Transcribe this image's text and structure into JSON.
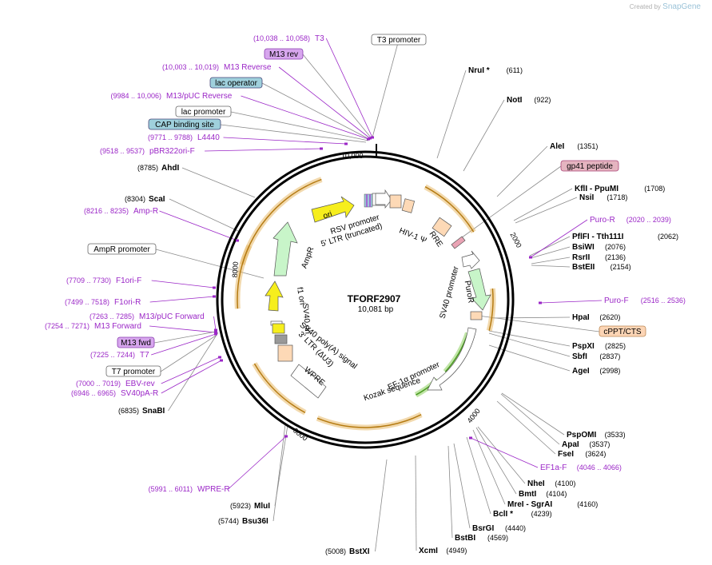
{
  "credit": {
    "prefix": "Created by",
    "brand": "SnapGene"
  },
  "plasmid": {
    "name": "TFORF2907",
    "length_label": "10,081 bp",
    "length": 10081
  },
  "scale_labels": [
    "2000",
    "4000",
    "6000",
    "8000"
  ],
  "colors": {
    "enzyme": "#000000",
    "primer": "#9b27c7",
    "line_gray": "#8a8a8a",
    "arrow_orange": "#e8b96a",
    "arrow_green": "#9ddf9b",
    "arrow_yellow": "#f6ee1d"
  },
  "enzyme_labels": [
    {
      "name": "NruI *",
      "pos": "(611)"
    },
    {
      "name": "NotI",
      "pos": "(922)"
    },
    {
      "name": "AleI",
      "pos": "(1351)"
    },
    {
      "name": "KflI - PpuMI",
      "pos": "(1708)"
    },
    {
      "name": "NsiI",
      "pos": "(1718)"
    },
    {
      "name": "PflFI - Tth111I",
      "pos": "(2062)"
    },
    {
      "name": "BsiWI",
      "pos": "(2076)"
    },
    {
      "name": "RsrII",
      "pos": "(2136)"
    },
    {
      "name": "BstEII",
      "pos": "(2154)"
    },
    {
      "name": "HpaI",
      "pos": "(2620)"
    },
    {
      "name": "PspXI",
      "pos": "(2825)"
    },
    {
      "name": "SbfI",
      "pos": "(2837)"
    },
    {
      "name": "AgeI",
      "pos": "(2998)"
    },
    {
      "name": "PspOMI",
      "pos": "(3533)"
    },
    {
      "name": "ApaI",
      "pos": "(3537)"
    },
    {
      "name": "FseI",
      "pos": "(3624)"
    },
    {
      "name": "NheI",
      "pos": "(4100)"
    },
    {
      "name": "BmtI",
      "pos": "(4104)"
    },
    {
      "name": "MreI - SgrAI",
      "pos": "(4160)"
    },
    {
      "name": "BclI *",
      "pos": "(4239)"
    },
    {
      "name": "BsrGI",
      "pos": "(4440)"
    },
    {
      "name": "BstBI",
      "pos": "(4569)"
    },
    {
      "name": "XcmI",
      "pos": "(4949)"
    },
    {
      "name": "BstXI",
      "pos": "(5008)"
    },
    {
      "name": "Bsu36I",
      "pos": "(5744)"
    },
    {
      "name": "MluI",
      "pos": "(5923)"
    },
    {
      "name": "SnaBI",
      "pos": "(6835)"
    },
    {
      "name": "ScaI",
      "pos": "(8304)"
    },
    {
      "name": "AhdI",
      "pos": "(8785)"
    }
  ],
  "primer_labels": [
    {
      "name": "T3",
      "range": "(10,038 .. 10,058)"
    },
    {
      "name": "M13 Reverse",
      "range": "(10,003 .. 10,019)"
    },
    {
      "name": "M13/pUC Reverse",
      "range": "(9984 .. 10,006)"
    },
    {
      "name": "L4440",
      "range": "(9771 .. 9788)"
    },
    {
      "name": "pBR322ori-F",
      "range": "(9518 .. 9537)"
    },
    {
      "name": "Amp-R",
      "range": "(8216 .. 8235)"
    },
    {
      "name": "F1ori-F",
      "range": "(7709 .. 7730)"
    },
    {
      "name": "F1ori-R",
      "range": "(7499 .. 7518)"
    },
    {
      "name": "M13/pUC Forward",
      "range": "(7263 .. 7285)"
    },
    {
      "name": "M13 Forward",
      "range": "(7254 .. 7271)"
    },
    {
      "name": "T7",
      "range": "(7225 .. 7244)"
    },
    {
      "name": "EBV-rev",
      "range": "(7000 .. 7019)"
    },
    {
      "name": "SV40pA-R",
      "range": "(6946 .. 6965)"
    },
    {
      "name": "WPRE-R",
      "range": "(5991 .. 6011)"
    },
    {
      "name": "Puro-R",
      "range": "(2020 .. 2039)"
    },
    {
      "name": "Puro-F",
      "range": "(2516 .. 2536)"
    },
    {
      "name": "EF1a-F",
      "range": "(4046 .. 4066)"
    }
  ],
  "boxed_labels": [
    {
      "text": "T3 promoter"
    },
    {
      "text": "M13 rev"
    },
    {
      "text": "lac operator"
    },
    {
      "text": "lac promoter"
    },
    {
      "text": "CAP binding site"
    },
    {
      "text": "gp41 peptide"
    },
    {
      "text": "cPPT/CTS"
    },
    {
      "text": "AmpR promoter"
    },
    {
      "text": "M13 fwd"
    },
    {
      "text": "T7 promoter"
    }
  ],
  "inner_feature_labels": [
    "ori",
    "RSV promoter",
    "5' LTR (truncated)",
    "HIV-1 Ψ",
    "RRE",
    "AmpR",
    "f1 ori",
    "SV40 ori",
    "SV40 poly(A) signal",
    "3' LTR (ΔU3)",
    "WPRE",
    "PuroR",
    "SV40 promoter",
    "EF-1α promoter",
    "Kozak sequence"
  ]
}
